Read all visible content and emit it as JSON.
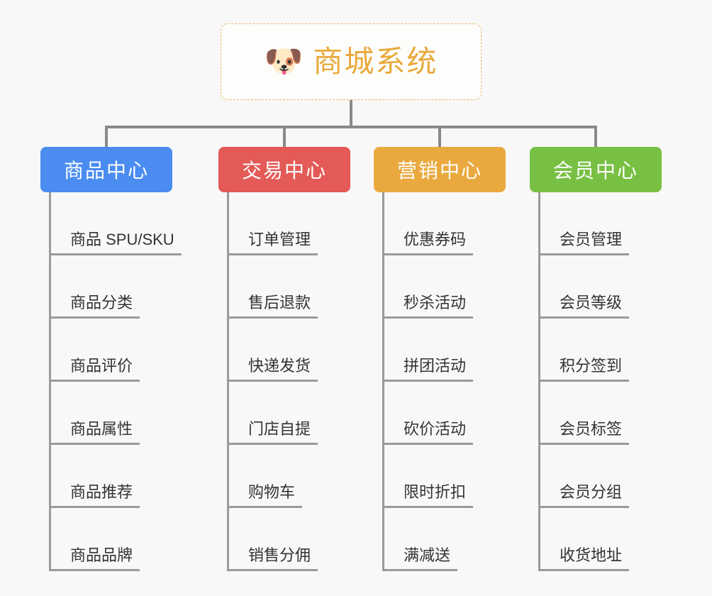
{
  "page": {
    "background_color": "#f8f8f8",
    "diagram_type": "mind-map"
  },
  "root": {
    "icon": "shiba-dog-face-emoji",
    "icon_glyph": "🐶",
    "title": "商城系统",
    "title_color": "#e9aa3d",
    "border_color": "#e8b96a",
    "border_style": "dashed"
  },
  "connector": {
    "color": "#8a8a8a",
    "trunk_color": "#9a9a9a"
  },
  "branches": [
    {
      "id": "product-center",
      "label": "商品中心",
      "color": "#4a8cf0",
      "items": [
        {
          "label": "商品 SPU/SKU"
        },
        {
          "label": "商品分类"
        },
        {
          "label": "商品评价"
        },
        {
          "label": "商品属性"
        },
        {
          "label": "商品推荐"
        },
        {
          "label": "商品品牌"
        }
      ]
    },
    {
      "id": "trade-center",
      "label": "交易中心",
      "color": "#e35a57",
      "items": [
        {
          "label": "订单管理"
        },
        {
          "label": "售后退款"
        },
        {
          "label": "快递发货"
        },
        {
          "label": "门店自提"
        },
        {
          "label": "购物车"
        },
        {
          "label": "销售分佣"
        }
      ]
    },
    {
      "id": "marketing-center",
      "label": "营销中心",
      "color": "#eaa93f",
      "items": [
        {
          "label": "优惠券码"
        },
        {
          "label": "秒杀活动"
        },
        {
          "label": "拼团活动"
        },
        {
          "label": "砍价活动"
        },
        {
          "label": "限时折扣"
        },
        {
          "label": "满减送"
        }
      ]
    },
    {
      "id": "member-center",
      "label": "会员中心",
      "color": "#78c043",
      "items": [
        {
          "label": "会员管理"
        },
        {
          "label": "会员等级"
        },
        {
          "label": "积分签到"
        },
        {
          "label": "会员标签"
        },
        {
          "label": "会员分组"
        },
        {
          "label": "收货地址"
        }
      ]
    }
  ]
}
